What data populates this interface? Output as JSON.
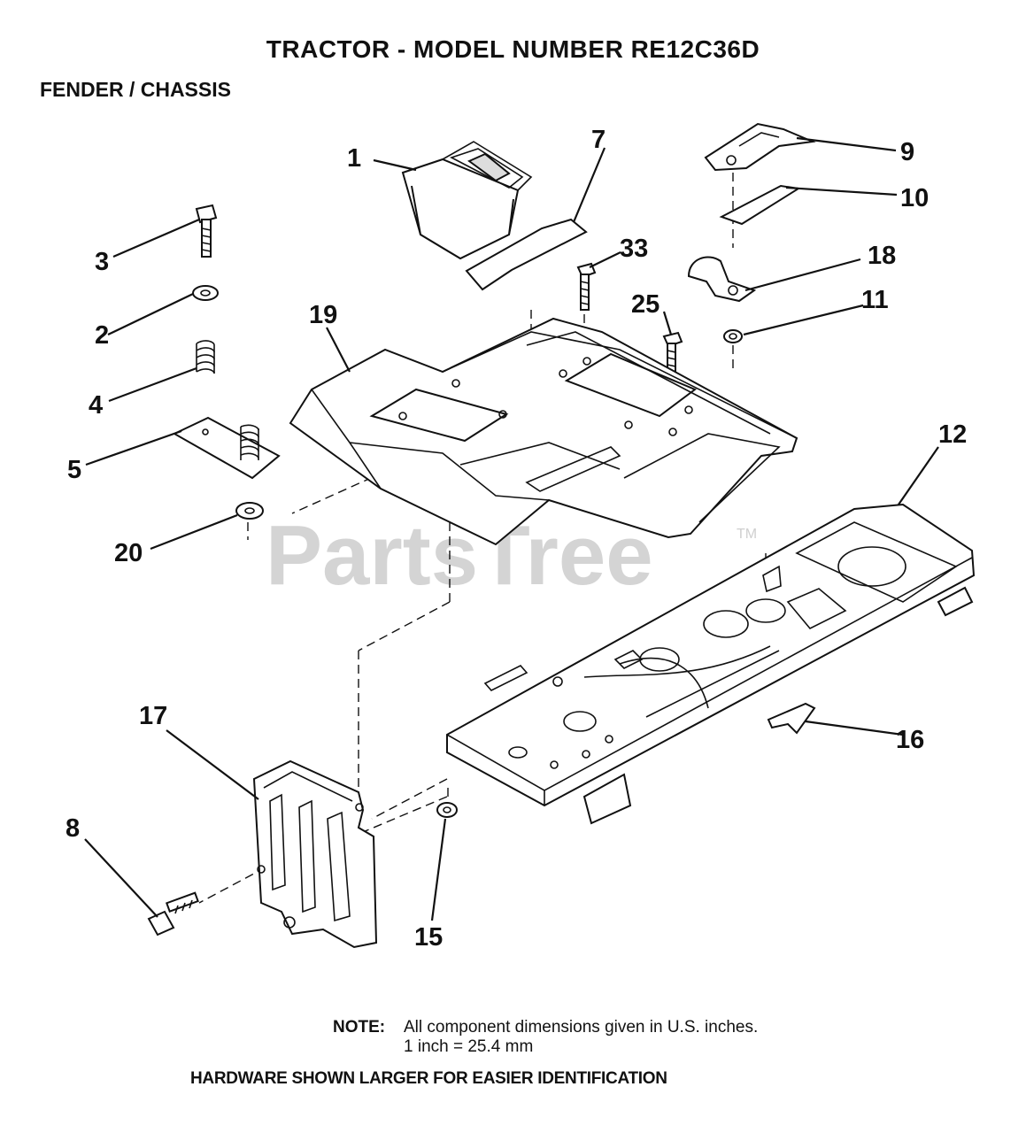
{
  "header": {
    "title": "TRACTOR   - MODEL NUMBER RE12C36D",
    "subtitle": "FENDER / CHASSIS"
  },
  "watermark": {
    "text": "PartsTree",
    "tm": "TM"
  },
  "callouts": {
    "c1": "1",
    "c2": "2",
    "c3": "3",
    "c4": "4",
    "c5": "5",
    "c7": "7",
    "c8": "8",
    "c9": "9",
    "c10": "10",
    "c11": "11",
    "c12": "12",
    "c15": "15",
    "c16": "16",
    "c17": "17",
    "c18": "18",
    "c19": "19",
    "c20": "20",
    "c25": "25",
    "c33": "33"
  },
  "footer": {
    "note_label": "NOTE:",
    "note_text": "All component dimensions given in U.S. inches.",
    "note_conversion": "1 inch = 25.4 mm",
    "hardware_text": "HARDWARE SHOWN LARGER FOR EASIER IDENTIFICATION"
  }
}
